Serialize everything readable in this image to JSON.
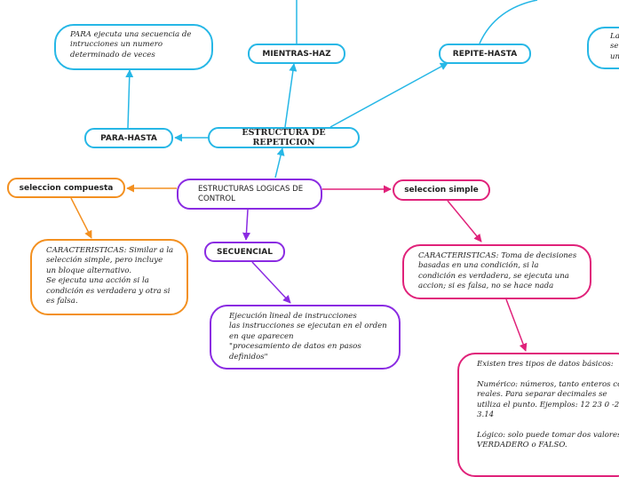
{
  "colors": {
    "blue": "#26b7e6",
    "purple": "#8a2be2",
    "orange": "#f39020",
    "pink": "#e0227a"
  },
  "nodes": {
    "root": "ESTRUCTURAS LOGICAS DE CONTROL",
    "repeticion": "ESTRUCTURA DE REPETICION",
    "para_hasta": "PARA-HASTA",
    "mientras_haz": "MIENTRAS-HAZ",
    "repite_hasta": "REPITE-HASTA",
    "seleccion_compuesta": "seleccion compuesta",
    "secuencial": "SECUENCIAL",
    "seleccion_simple": "seleccion simple"
  },
  "notes": {
    "para_hasta": "PARA ejecuta una secuencia de\nintrucciones un numero\ndeterminado de veces",
    "repite_hasta_partial": "La\nse\nun",
    "seleccion_compuesta": "CARACTERISTICAS:  Similar a la\nselección simple, pero incluye\nun bloque alternativo.\nSe ejecuta una acción si la\ncondición es verdadera y otra si\nes falsa.",
    "secuencial": "Ejecución lineal de instrucciones\nlas instrucciones se ejecutan en el orden\nen que aparecen\n\"procesamiento de datos en pasos\ndefinidos\"",
    "seleccion_simple": "CARACTERISTICAS: Toma de decisiones\nbasadas en una condición, si  la\ncondición es verdadera, se ejecuta una\naccion; si es falsa, no se hace nada",
    "tipos_datos": "Existen tres tipos de datos básicos:\n\nNumérico: números, tanto enteros co\nreales. Para separar decimales se\nutiliza el punto. Ejemplos: 12 23 0 -2\n3.14\n\nLógico: solo puede tomar dos valores\nVERDADERO o FALSO."
  }
}
